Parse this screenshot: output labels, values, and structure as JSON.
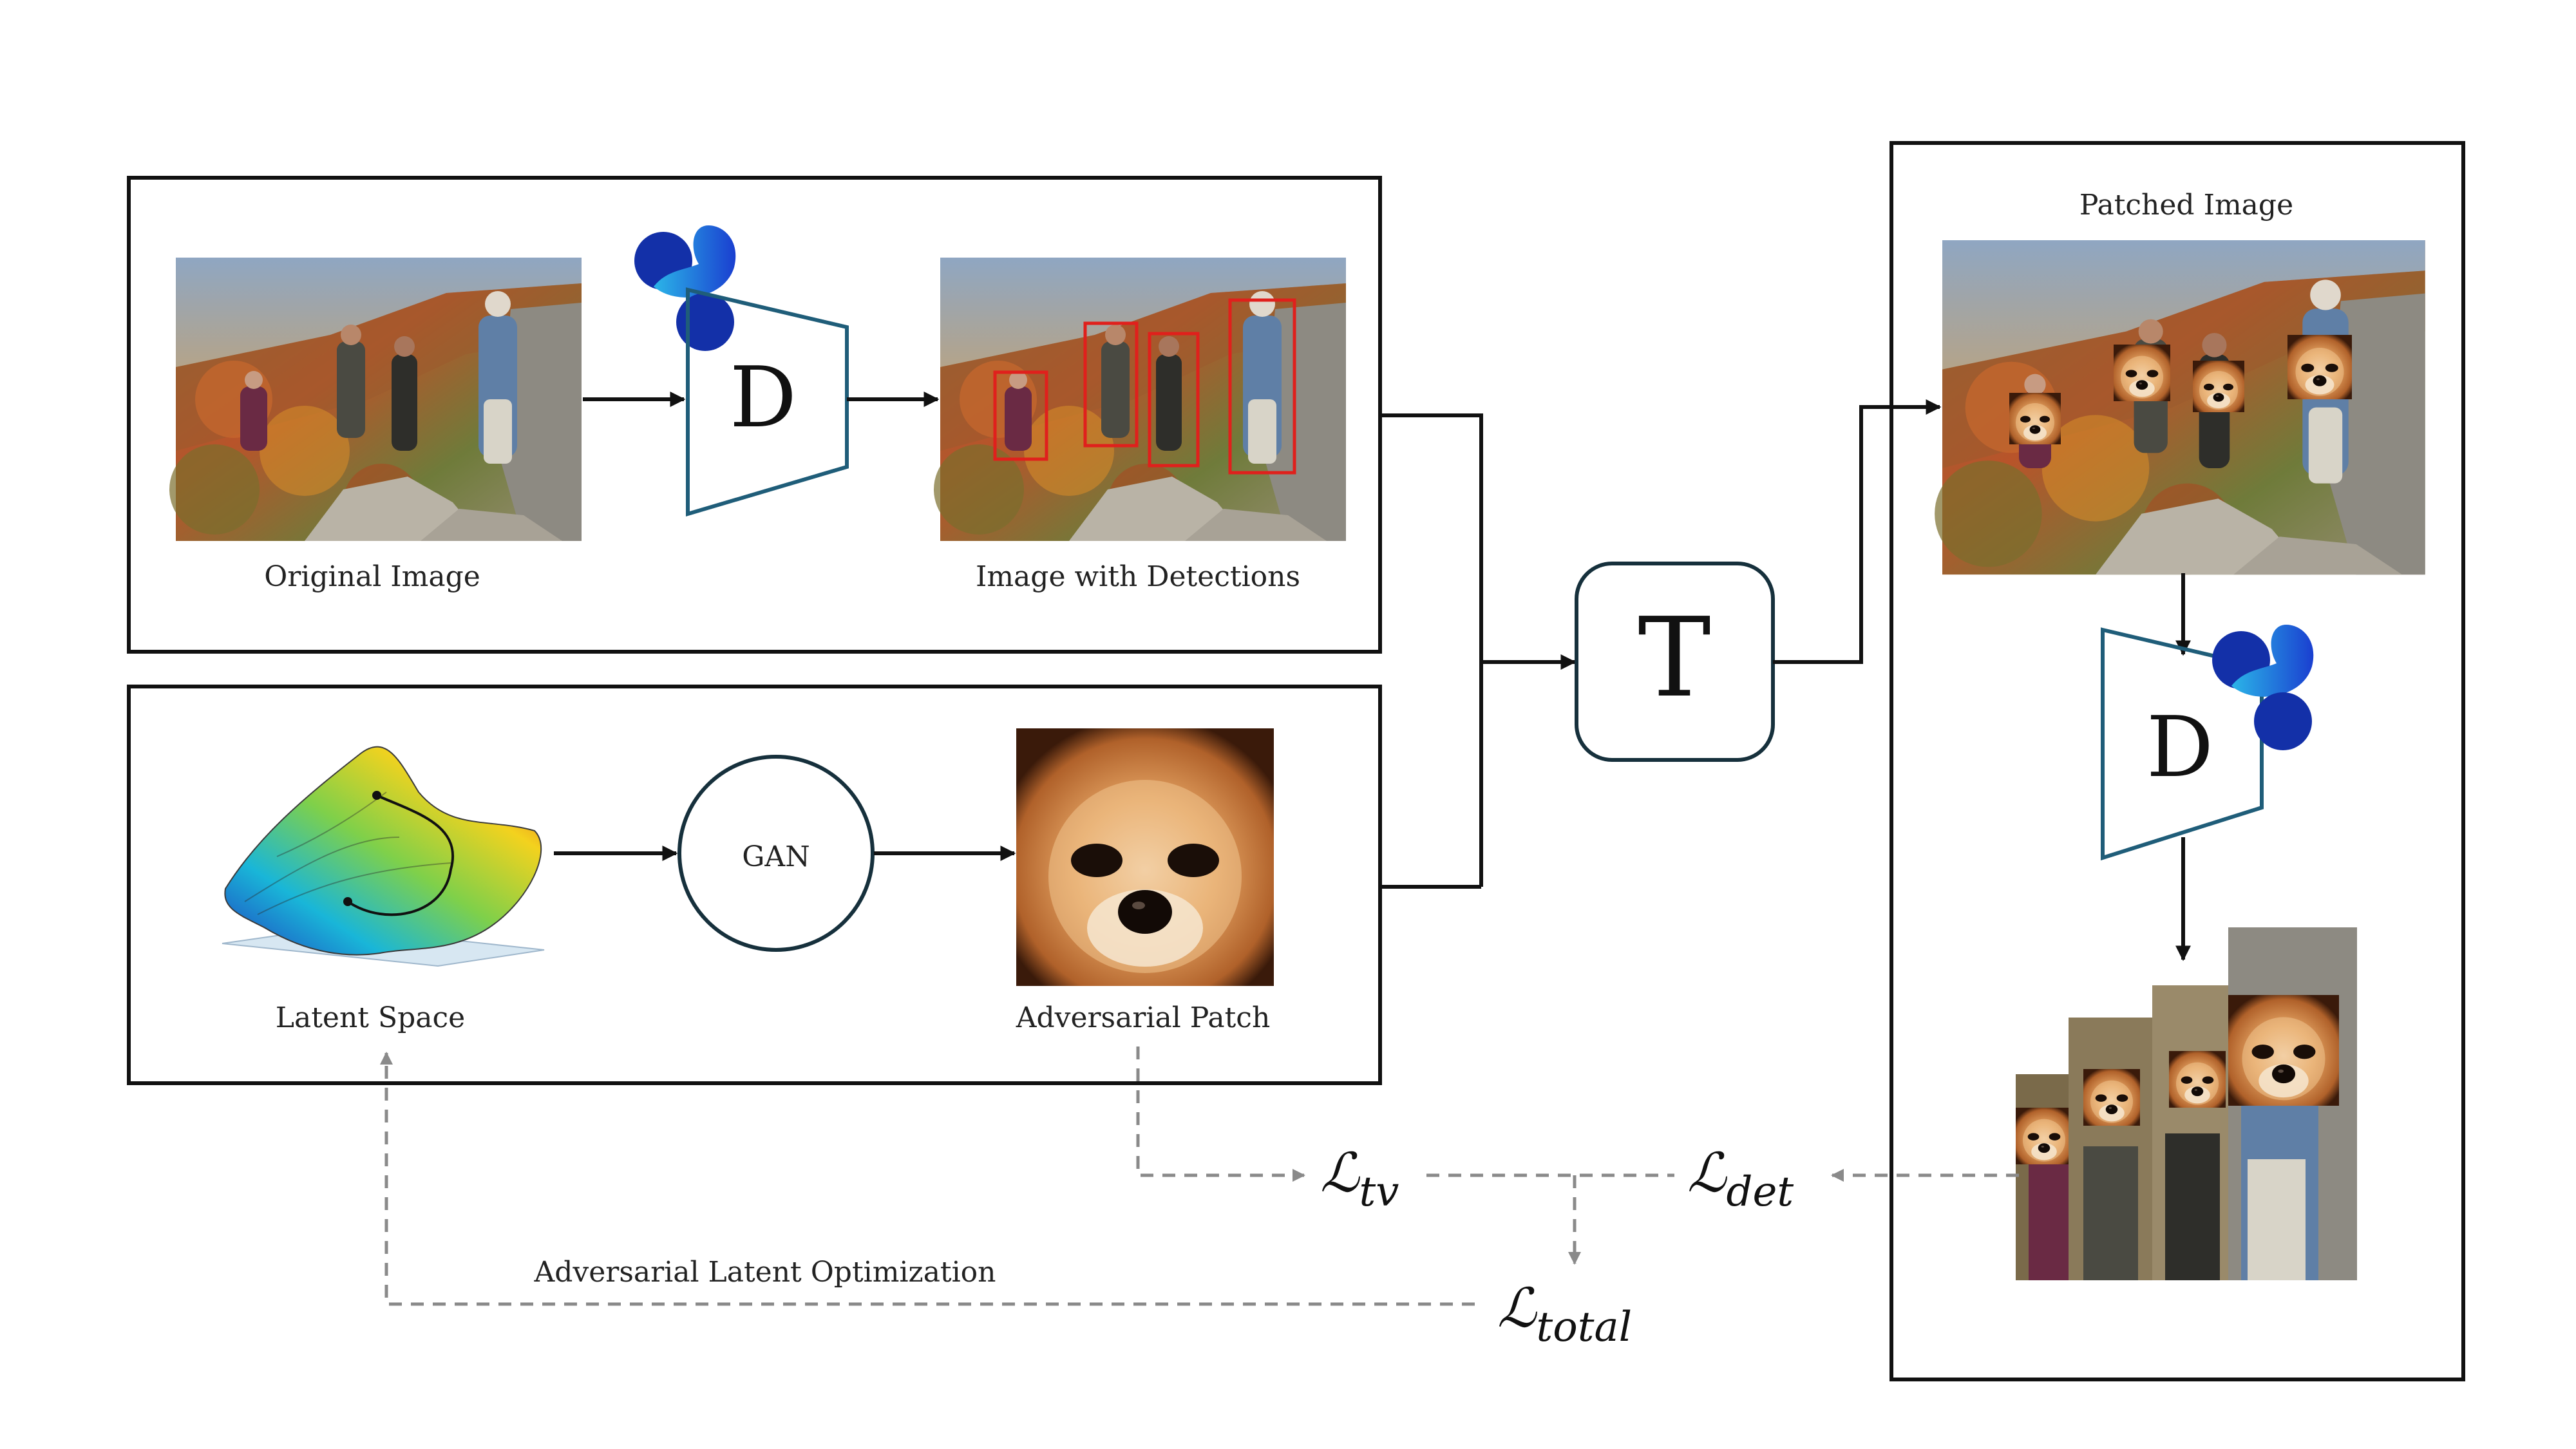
{
  "labels": {
    "original_image": "Original Image",
    "image_with_detections": "Image with Detections",
    "latent_space": "Latent Space",
    "gan": "GAN",
    "adversarial_patch": "Adversarial Patch",
    "transform": "T",
    "detector": "D",
    "patched_image": "Patched Image",
    "adversarial_latent_optimization": "Adversarial Latent Optimization"
  },
  "losses": {
    "tv": {
      "symbol": "ℒ",
      "subscript": "tv"
    },
    "det": {
      "symbol": "ℒ",
      "subscript": "det"
    },
    "total": {
      "symbol": "ℒ",
      "subscript": "total"
    }
  },
  "colors": {
    "detector_stroke": "#1f5d79",
    "detection_box": "#e0201c",
    "dashed_arrow": "#8a8a8a",
    "logo_dark": "#1330a8",
    "logo_light": "#2bb5e8"
  }
}
